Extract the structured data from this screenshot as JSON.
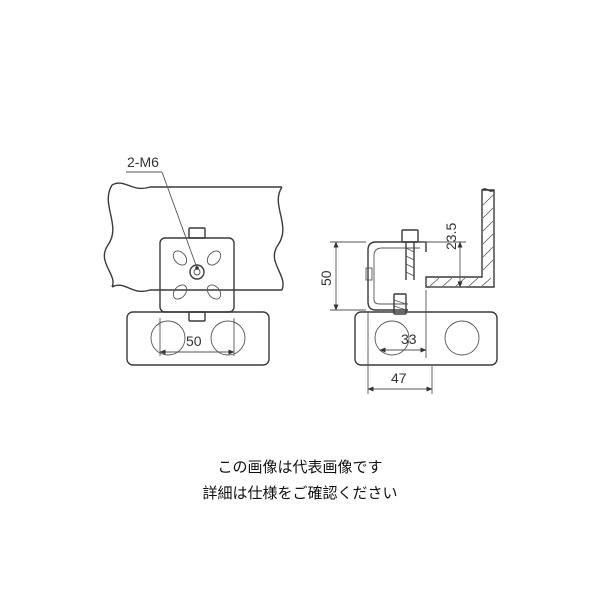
{
  "labels": {
    "bolt": "2-M6",
    "dim_width_front": "50",
    "dim_height_side": "50",
    "dim_top": "23.5",
    "dim_33": "33",
    "dim_47": "47"
  },
  "caption": {
    "line1": "この画像は代表画像です",
    "line2": "詳細は仕様をご確認ください"
  }
}
